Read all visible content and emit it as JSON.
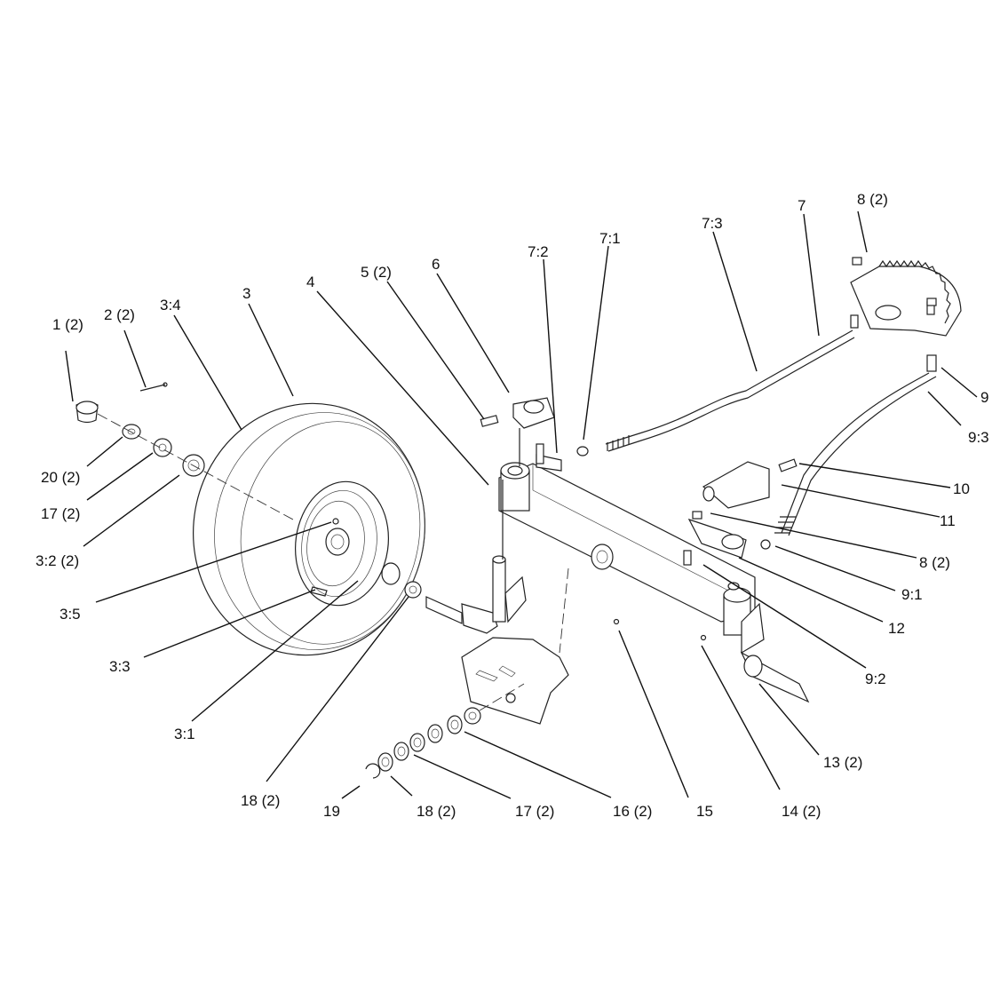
{
  "diagram": {
    "callouts": [
      {
        "id": "c1",
        "label": "1 (2)"
      },
      {
        "id": "c2",
        "label": "2 (2)"
      },
      {
        "id": "c3_4",
        "label": "3:4"
      },
      {
        "id": "c3",
        "label": "3"
      },
      {
        "id": "c4",
        "label": "4"
      },
      {
        "id": "c5",
        "label": "5 (2)"
      },
      {
        "id": "c6",
        "label": "6"
      },
      {
        "id": "c7_2",
        "label": "7:2"
      },
      {
        "id": "c7_1",
        "label": "7:1"
      },
      {
        "id": "c7_3",
        "label": "7:3"
      },
      {
        "id": "c7",
        "label": "7"
      },
      {
        "id": "c8a",
        "label": "8 (2)"
      },
      {
        "id": "c9",
        "label": "9"
      },
      {
        "id": "c9_3",
        "label": "9:3"
      },
      {
        "id": "c10",
        "label": "10"
      },
      {
        "id": "c11",
        "label": "11"
      },
      {
        "id": "c8b",
        "label": "8 (2)"
      },
      {
        "id": "c9_1",
        "label": "9:1"
      },
      {
        "id": "c12",
        "label": "12"
      },
      {
        "id": "c9_2",
        "label": "9:2"
      },
      {
        "id": "c13",
        "label": "13 (2)"
      },
      {
        "id": "c14",
        "label": "14 (2)"
      },
      {
        "id": "c15",
        "label": "15"
      },
      {
        "id": "c16",
        "label": "16 (2)"
      },
      {
        "id": "c17b",
        "label": "17 (2)"
      },
      {
        "id": "c18b",
        "label": "18 (2)"
      },
      {
        "id": "c19",
        "label": "19"
      },
      {
        "id": "c18a",
        "label": "18 (2)"
      },
      {
        "id": "c3_1",
        "label": "3:1"
      },
      {
        "id": "c3_3",
        "label": "3:3"
      },
      {
        "id": "c3_5",
        "label": "3:5"
      },
      {
        "id": "c3_2",
        "label": "3:2 (2)"
      },
      {
        "id": "c17a",
        "label": "17 (2)"
      },
      {
        "id": "c20",
        "label": "20 (2)"
      }
    ]
  }
}
